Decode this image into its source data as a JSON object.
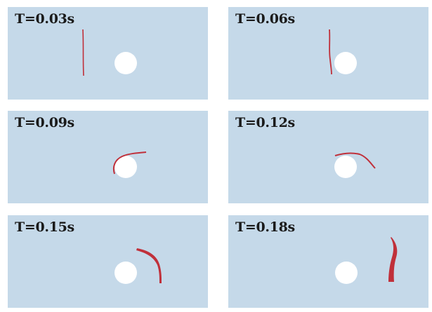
{
  "panels": [
    {
      "time_label": "T=0.03s"
    },
    {
      "time_label": "T=0.06s"
    },
    {
      "time_label": "T=0.09s"
    },
    {
      "time_label": "T=0.12s"
    },
    {
      "time_label": "T=0.15s"
    },
    {
      "time_label": "T=0.18s"
    }
  ],
  "colors": {
    "background": "#c5d9e9",
    "cylinder": "#ffffff",
    "filament": "#c0303a"
  }
}
